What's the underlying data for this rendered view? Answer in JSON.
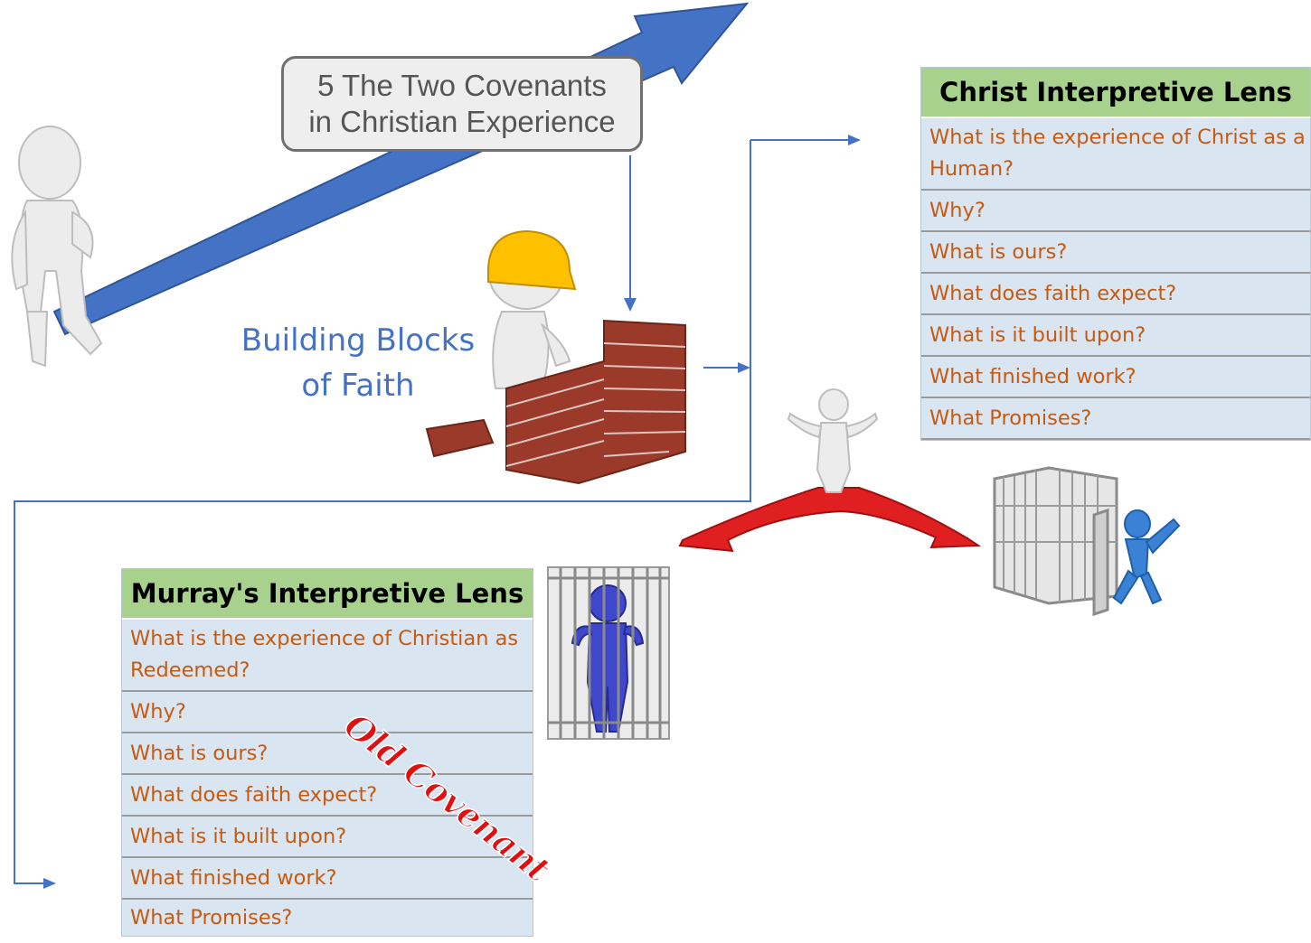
{
  "title_box": {
    "line1": "5 The Two Covenants",
    "line2": "in Christian Experience"
  },
  "building_blocks": {
    "line1": "Building Blocks",
    "line2": "of Faith"
  },
  "christ_lens": {
    "title": "Christ Interpretive Lens",
    "items": [
      "What is the experience of Christ as a Human?",
      "Why?",
      "What is ours?",
      "What does faith expect?",
      "What is it built upon?",
      "What finished work?",
      "What Promises?"
    ]
  },
  "murray_lens": {
    "title": "Murray's Interpretive Lens",
    "items": [
      "What is the experience of Christian as Redeemed?",
      "Why?",
      "What is ours?",
      "What does faith expect?",
      "What is it built upon?",
      "What finished work?",
      "What Promises?"
    ]
  },
  "stamp": {
    "text": "Old Covenant"
  },
  "colors": {
    "arrow_blue": "#4472c4",
    "header_green": "#a9d18e",
    "row_blue": "#dae5f2",
    "item_orange": "#c55a11",
    "split_arrow_red": "#e02020"
  }
}
